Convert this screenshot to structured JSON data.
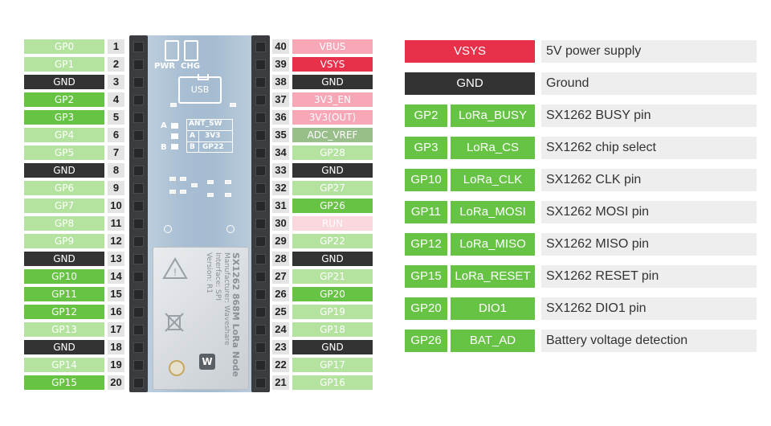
{
  "left_pins": [
    {
      "num": "1",
      "label": "GP0",
      "color": "gp-light"
    },
    {
      "num": "2",
      "label": "GP1",
      "color": "gp-light"
    },
    {
      "num": "3",
      "label": "GND",
      "color": "gnd"
    },
    {
      "num": "4",
      "label": "GP2",
      "color": "gp-dark"
    },
    {
      "num": "5",
      "label": "GP3",
      "color": "gp-dark"
    },
    {
      "num": "6",
      "label": "GP4",
      "color": "gp-light"
    },
    {
      "num": "7",
      "label": "GP5",
      "color": "gp-light"
    },
    {
      "num": "8",
      "label": "GND",
      "color": "gnd"
    },
    {
      "num": "9",
      "label": "GP6",
      "color": "gp-light"
    },
    {
      "num": "10",
      "label": "GP7",
      "color": "gp-light"
    },
    {
      "num": "11",
      "label": "GP8",
      "color": "gp-light"
    },
    {
      "num": "12",
      "label": "GP9",
      "color": "gp-light"
    },
    {
      "num": "13",
      "label": "GND",
      "color": "gnd"
    },
    {
      "num": "14",
      "label": "GP10",
      "color": "gp-dark"
    },
    {
      "num": "15",
      "label": "GP11",
      "color": "gp-dark"
    },
    {
      "num": "16",
      "label": "GP12",
      "color": "gp-dark"
    },
    {
      "num": "17",
      "label": "GP13",
      "color": "gp-light"
    },
    {
      "num": "18",
      "label": "GND",
      "color": "gnd"
    },
    {
      "num": "19",
      "label": "GP14",
      "color": "gp-light"
    },
    {
      "num": "20",
      "label": "GP15",
      "color": "gp-dark"
    }
  ],
  "right_pins": [
    {
      "num": "40",
      "label": "VBUS",
      "color": "pink"
    },
    {
      "num": "39",
      "label": "VSYS",
      "color": "red"
    },
    {
      "num": "38",
      "label": "GND",
      "color": "gnd"
    },
    {
      "num": "37",
      "label": "3V3_EN",
      "color": "pink"
    },
    {
      "num": "36",
      "label": "3V3(OUT)",
      "color": "pink"
    },
    {
      "num": "35",
      "label": "ADC_VREF",
      "color": "sage"
    },
    {
      "num": "34",
      "label": "GP28",
      "color": "gp-light"
    },
    {
      "num": "33",
      "label": "GND",
      "color": "gnd"
    },
    {
      "num": "32",
      "label": "GP27",
      "color": "gp-light"
    },
    {
      "num": "31",
      "label": "GP26",
      "color": "gp-dark"
    },
    {
      "num": "30",
      "label": "RUN",
      "color": "run"
    },
    {
      "num": "29",
      "label": "GP22",
      "color": "gp-light"
    },
    {
      "num": "28",
      "label": "GND",
      "color": "gnd"
    },
    {
      "num": "27",
      "label": "GP21",
      "color": "gp-light"
    },
    {
      "num": "26",
      "label": "GP20",
      "color": "gp-dark"
    },
    {
      "num": "25",
      "label": "GP19",
      "color": "gp-light"
    },
    {
      "num": "24",
      "label": "GP18",
      "color": "gp-light"
    },
    {
      "num": "23",
      "label": "GND",
      "color": "gnd"
    },
    {
      "num": "22",
      "label": "GP17",
      "color": "gp-light"
    },
    {
      "num": "21",
      "label": "GP16",
      "color": "gp-light"
    }
  ],
  "board": {
    "pwr_label": "PWR",
    "chg_label": "CHG",
    "usb_label": "USB",
    "ant_sw_title": "ANT_SW",
    "ant_a": "A",
    "ant_b": "B",
    "ant_a_val": "3V3",
    "ant_b_val": "GP22",
    "side_a": "A",
    "side_b": "B",
    "module_line1": "SX1262 868M LoRa Node",
    "module_line2": "Manufacturer: Waveshare",
    "module_line3": "Interface: SPI",
    "module_line4": "Version: R1"
  },
  "legend": [
    {
      "pin": "VSYS",
      "func": "",
      "desc": "5V power supply",
      "pin_color": "#e8304a",
      "func_color": ""
    },
    {
      "pin": "GND",
      "func": "",
      "desc": "Ground",
      "pin_color": "#333333",
      "func_color": ""
    },
    {
      "pin": "GP2",
      "func": "LoRa_BUSY",
      "desc": "SX1262 BUSY pin",
      "pin_color": "#66c344",
      "func_color": "#66c344"
    },
    {
      "pin": "GP3",
      "func": "LoRa_CS",
      "desc": "SX1262 chip select",
      "pin_color": "#66c344",
      "func_color": "#66c344"
    },
    {
      "pin": "GP10",
      "func": "LoRa_CLK",
      "desc": "SX1262 CLK pin",
      "pin_color": "#66c344",
      "func_color": "#66c344"
    },
    {
      "pin": "GP11",
      "func": "LoRa_MOSI",
      "desc": "SX1262 MOSI pin",
      "pin_color": "#66c344",
      "func_color": "#66c344"
    },
    {
      "pin": "GP12",
      "func": "LoRa_MISO",
      "desc": "SX1262 MISO pin",
      "pin_color": "#66c344",
      "func_color": "#66c344"
    },
    {
      "pin": "GP15",
      "func": "LoRa_RESET",
      "desc": "SX1262 RESET pin",
      "pin_color": "#66c344",
      "func_color": "#66c344"
    },
    {
      "pin": "GP20",
      "func": "DIO1",
      "desc": "SX1262 DIO1 pin",
      "pin_color": "#66c344",
      "func_color": "#66c344"
    },
    {
      "pin": "GP26",
      "func": "BAT_AD",
      "desc": "Battery voltage detection",
      "pin_color": "#66c344",
      "func_color": "#66c344"
    }
  ]
}
